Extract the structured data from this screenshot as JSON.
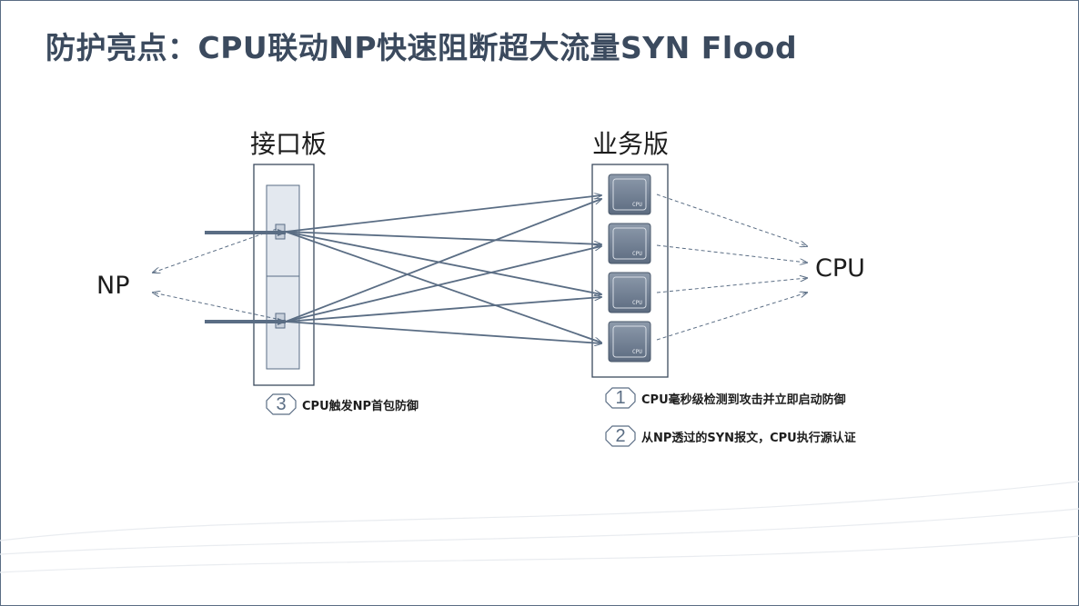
{
  "title": "防护亮点：CPU联动NP快速阻断超大流量SYN Flood",
  "diagram": {
    "interface_board_label": "接口板",
    "service_board_label": "业务版",
    "np_label": "NP",
    "cpu_label": "CPU",
    "chip_text": "CPU",
    "notes": [
      {
        "number": "1",
        "text": "CPU毫秒级检测到攻击并立即启动防御"
      },
      {
        "number": "2",
        "text": "从NP透过的SYN报文，CPU执行源认证"
      },
      {
        "number": "3",
        "text": "CPU触发NP首包防御"
      }
    ]
  },
  "colors": {
    "title": "#3b4a5e",
    "lines": "#5a6d84",
    "board_fill": "#e3e8ef",
    "chip_fill": "#6c7b8f"
  }
}
